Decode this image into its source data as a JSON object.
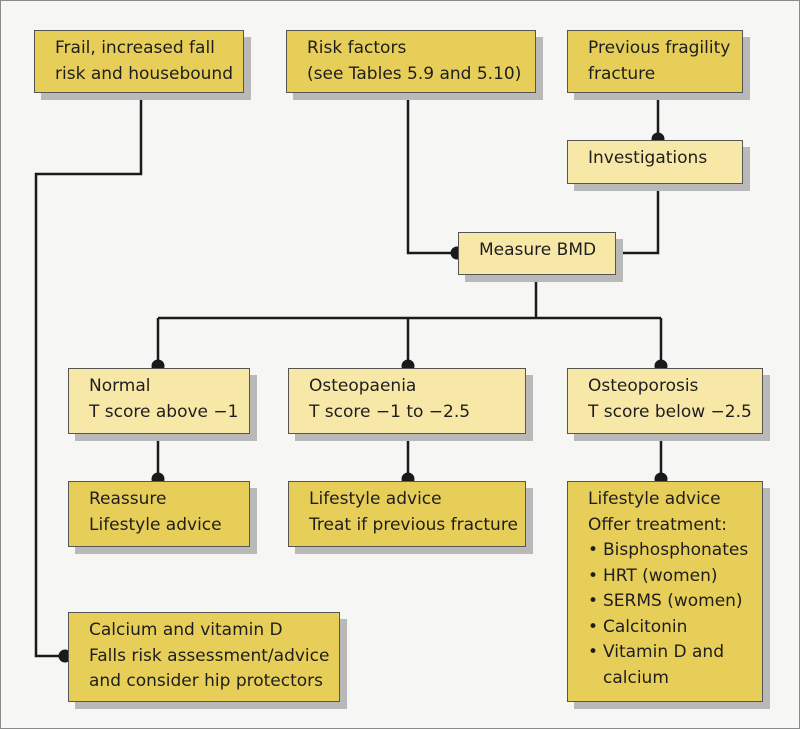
{
  "boxes": {
    "frail": {
      "lines": [
        "Frail, increased fall",
        "risk and housebound"
      ]
    },
    "risk_factors": {
      "lines": [
        "Risk factors",
        "(see Tables 5.9 and 5.10)"
      ]
    },
    "previous_fracture": {
      "lines": [
        "Previous fragility",
        "fracture"
      ]
    },
    "investigations": {
      "lines": [
        "Investigations"
      ]
    },
    "measure_bmd": {
      "lines": [
        "Measure BMD"
      ]
    },
    "normal": {
      "lines": [
        "Normal",
        "T score above −1"
      ]
    },
    "osteopaenia": {
      "lines": [
        "Osteopaenia",
        "T score −1 to −2.5"
      ]
    },
    "osteoporosis": {
      "lines": [
        "Osteoporosis",
        "T score below −2.5"
      ]
    },
    "reassure": {
      "lines": [
        "Reassure",
        "Lifestyle advice"
      ]
    },
    "lifestyle_treat": {
      "lines": [
        "Lifestyle advice",
        "Treat if previous fracture"
      ]
    },
    "offer_treatment": {
      "lines": [
        "Lifestyle advice",
        "Offer treatment:"
      ],
      "bullets": [
        "Bisphosphonates",
        "HRT (women)",
        "SERMS (women)",
        "Calcitonin",
        "Vitamin D and\ncalcium"
      ]
    },
    "calcium": {
      "lines": [
        "Calcium and vitamin D",
        "Falls risk assessment/advice",
        "and consider hip protectors"
      ]
    }
  },
  "colors": {
    "box_dark": "#e7ce58",
    "box_light": "#f7e8a8",
    "line": "#1a1a1a",
    "shadow": "#b9b9b9"
  },
  "bullet_glyph": "•"
}
